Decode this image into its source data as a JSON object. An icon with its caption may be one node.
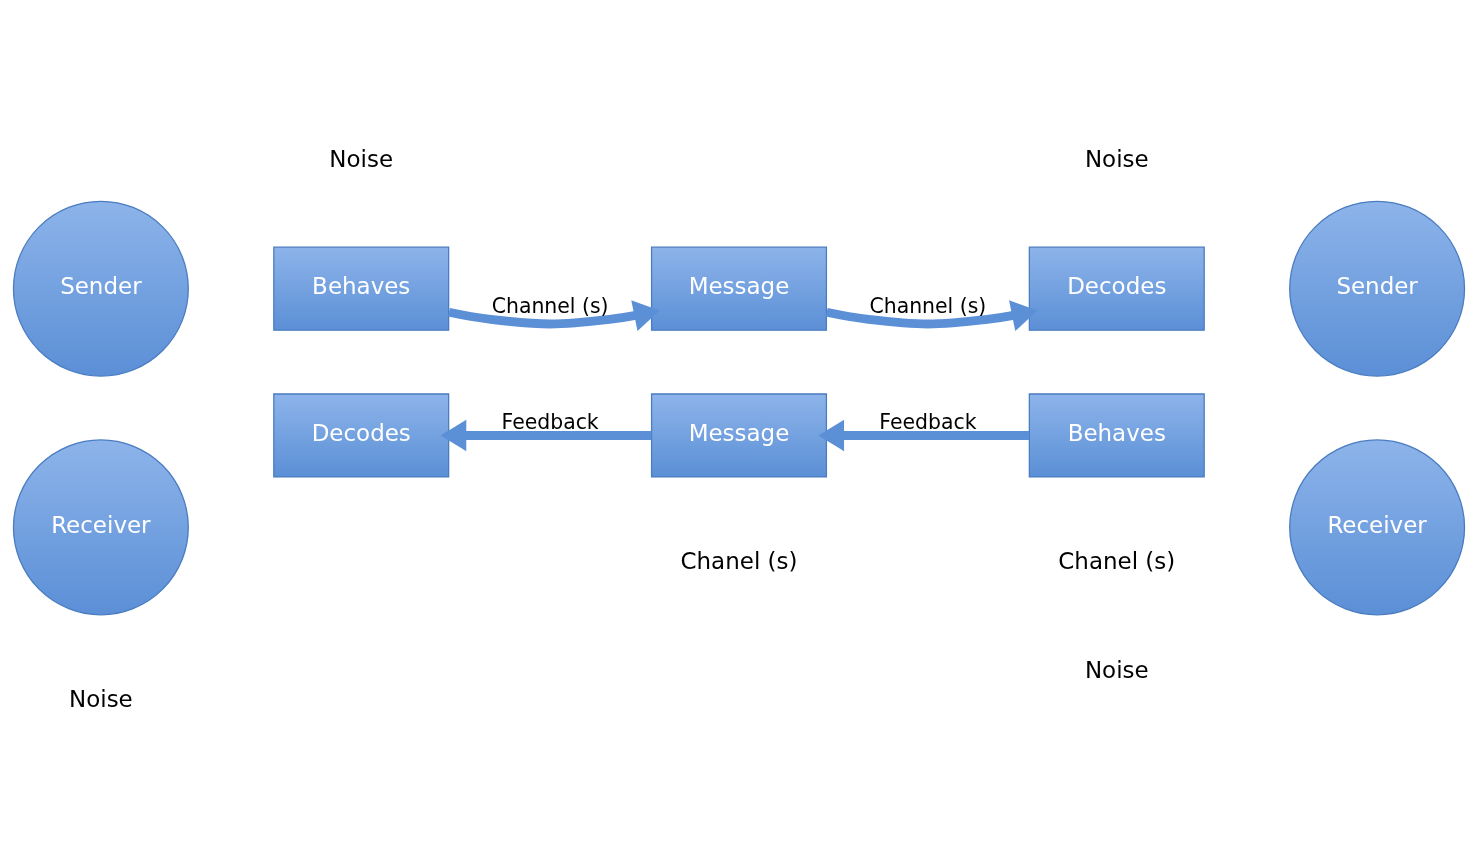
{
  "diagram": {
    "nodes": [
      {
        "text": [
          "Sender"
        ]
      },
      {
        "text": [
          "Behaves"
        ]
      },
      {
        "text": [
          "Message"
        ]
      },
      {
        "text": [
          "Decodes"
        ]
      },
      {
        "text": [
          "Sender"
        ]
      },
      {
        "text": [
          "Receiver"
        ]
      },
      {
        "text": [
          "Decodes"
        ]
      },
      {
        "text": [
          "Message"
        ]
      },
      {
        "text": [
          "Behaves"
        ]
      },
      {
        "text": [
          "Receiver"
        ]
      }
    ],
    "edges": [
      {
        "from": 1,
        "to": 2,
        "arrow": "to",
        "label": "Channel (s)"
      },
      {
        "from": 2,
        "to": 3,
        "arrow": "to",
        "label": "Channel (s)"
      },
      {
        "from": 8,
        "to": 7,
        "arrow": "to",
        "label": "Feedback"
      },
      {
        "from": 7,
        "to": 6,
        "arrow": "to",
        "label": "Feedback"
      }
    ],
    "labels": [
      "Noise",
      "Noise",
      "Chanel (s)",
      "Chanel (s)",
      "Noise",
      "Noise"
    ]
  }
}
